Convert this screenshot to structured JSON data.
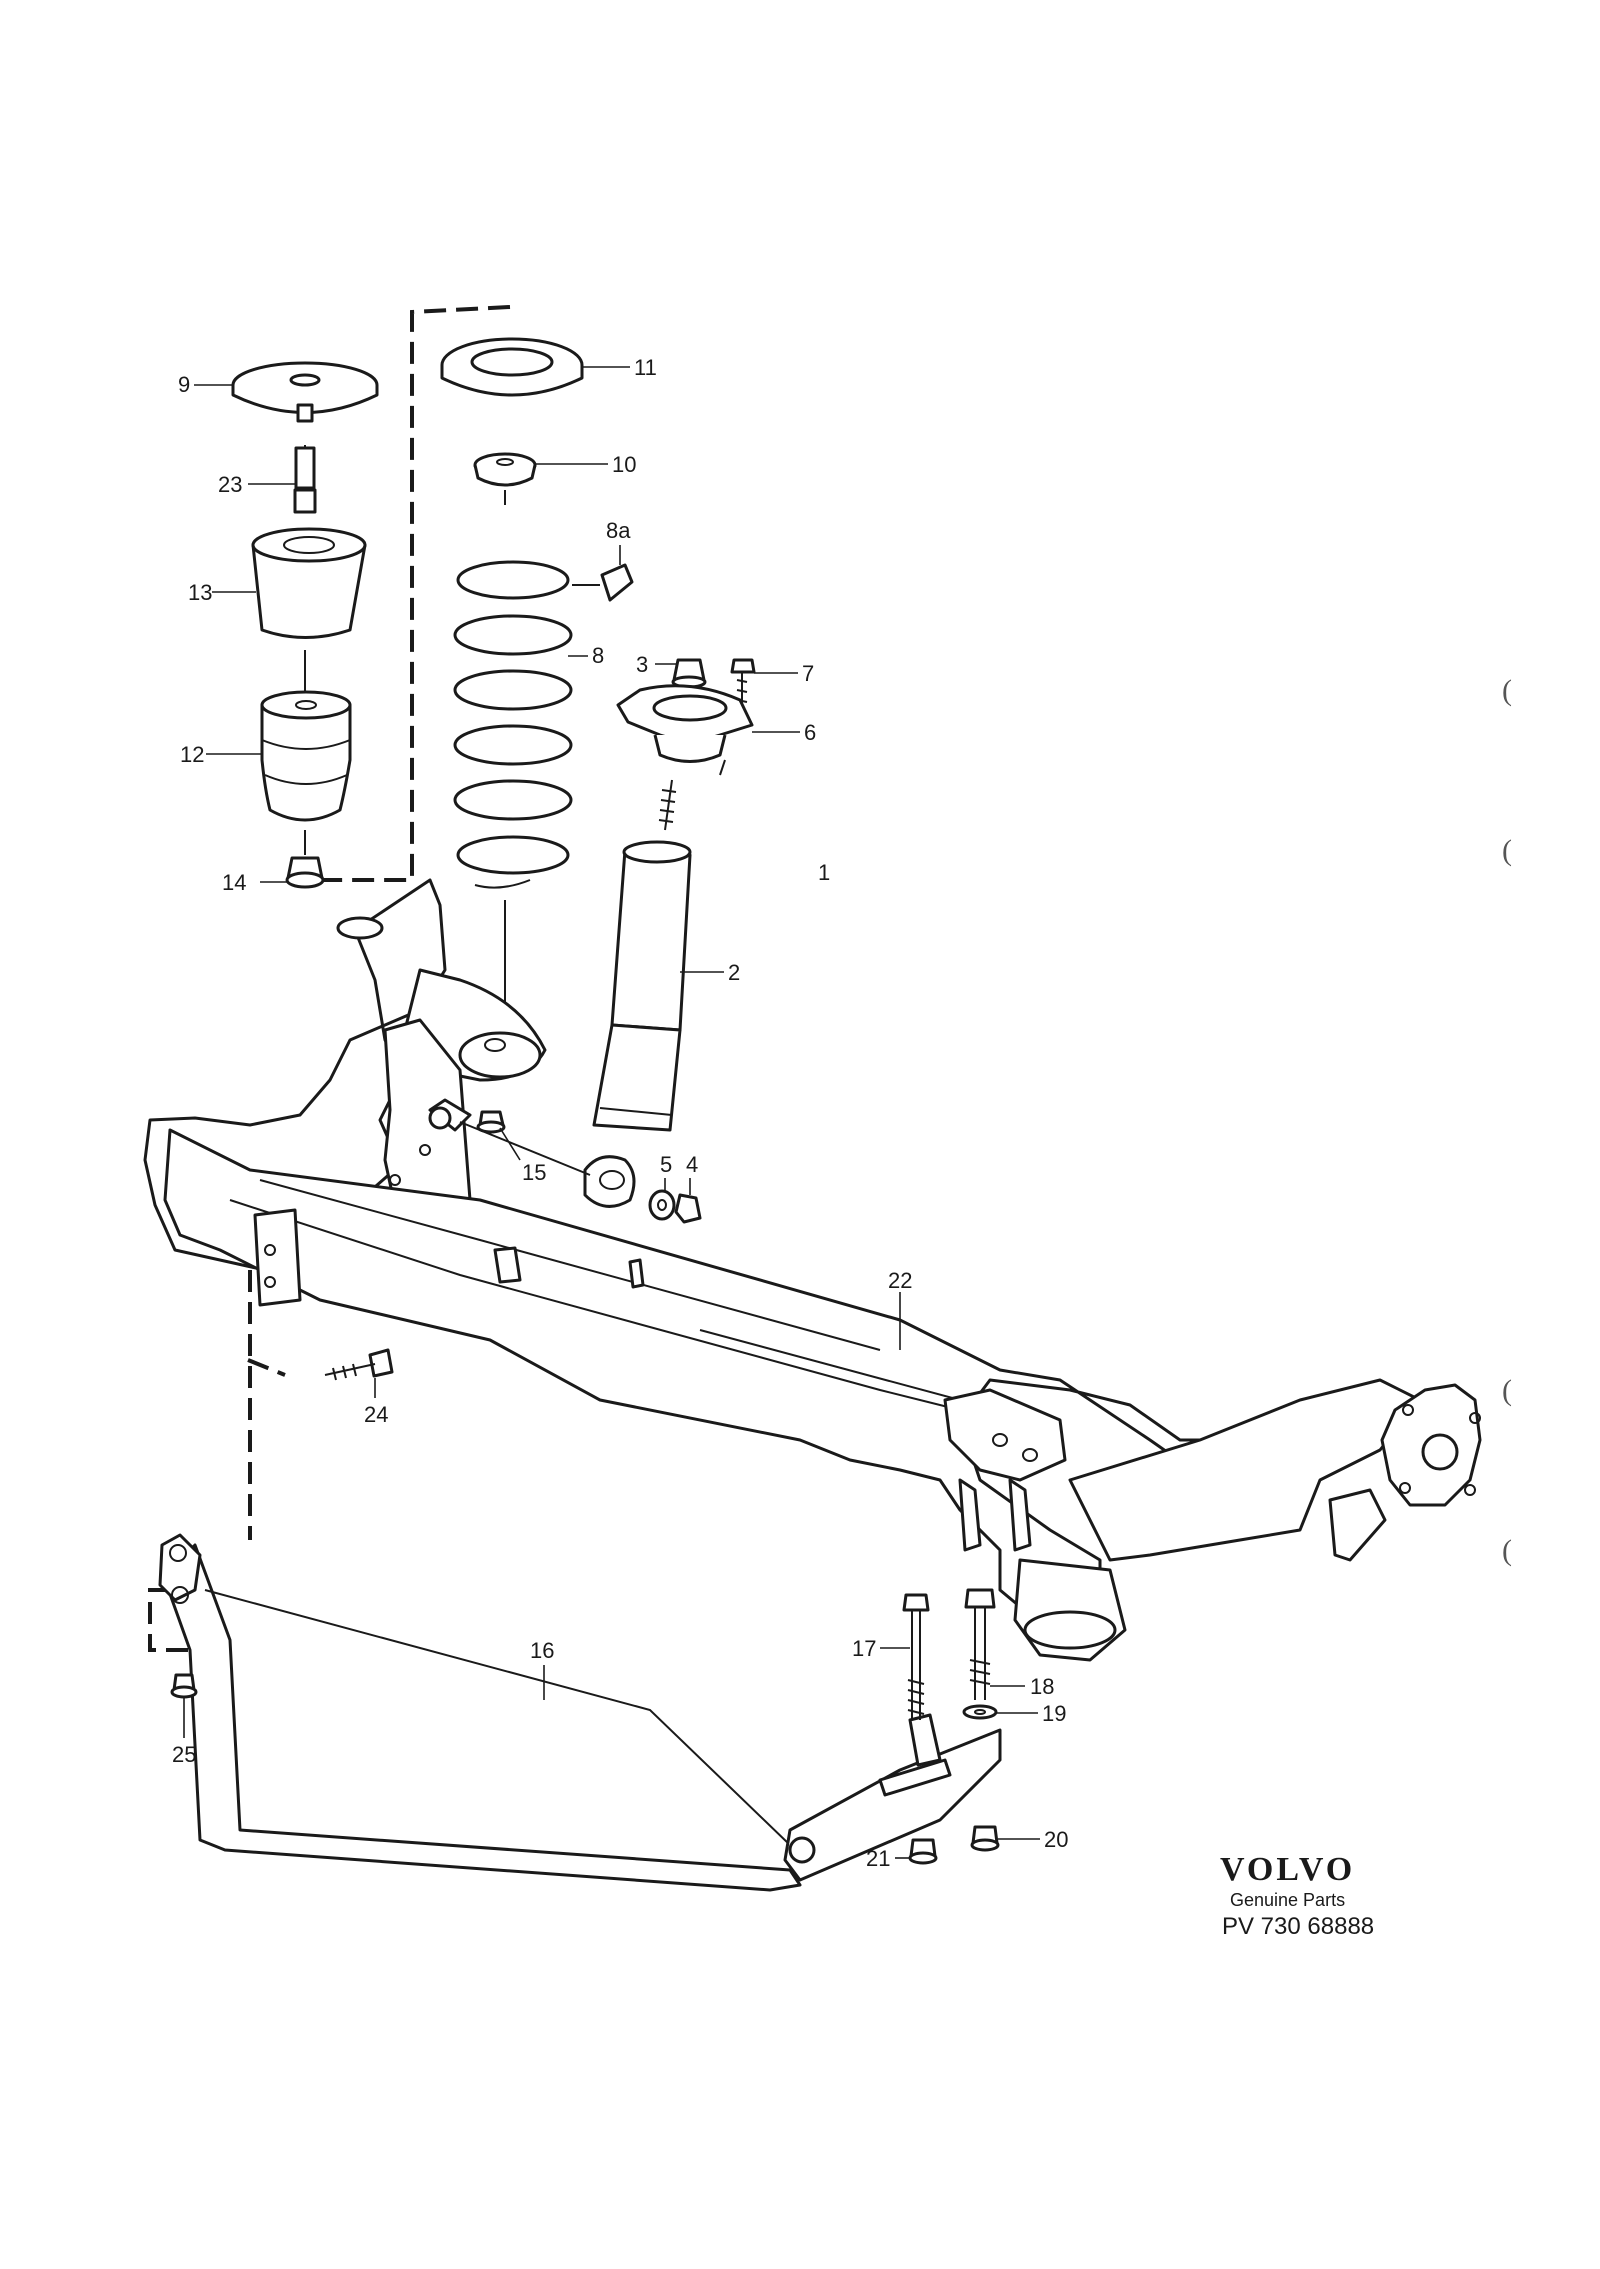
{
  "callouts": {
    "c1": "1",
    "c2": "2",
    "c3": "3",
    "c4": "4",
    "c5": "5",
    "c6": "6",
    "c7": "7",
    "c8": "8",
    "c8a": "8a",
    "c9": "9",
    "c10": "10",
    "c11": "11",
    "c12": "12",
    "c13": "13",
    "c14": "14",
    "c15": "15",
    "c16": "16",
    "c17": "17",
    "c18": "18",
    "c19": "19",
    "c20": "20",
    "c21": "21",
    "c22": "22",
    "c23": "23",
    "c24": "24",
    "c25": "25"
  },
  "brand": {
    "logo": "VOLVO",
    "tagline": "Genuine Parts",
    "code": "PV 730 68888"
  },
  "margin_marks": [
    "(",
    "(",
    "(",
    "("
  ]
}
